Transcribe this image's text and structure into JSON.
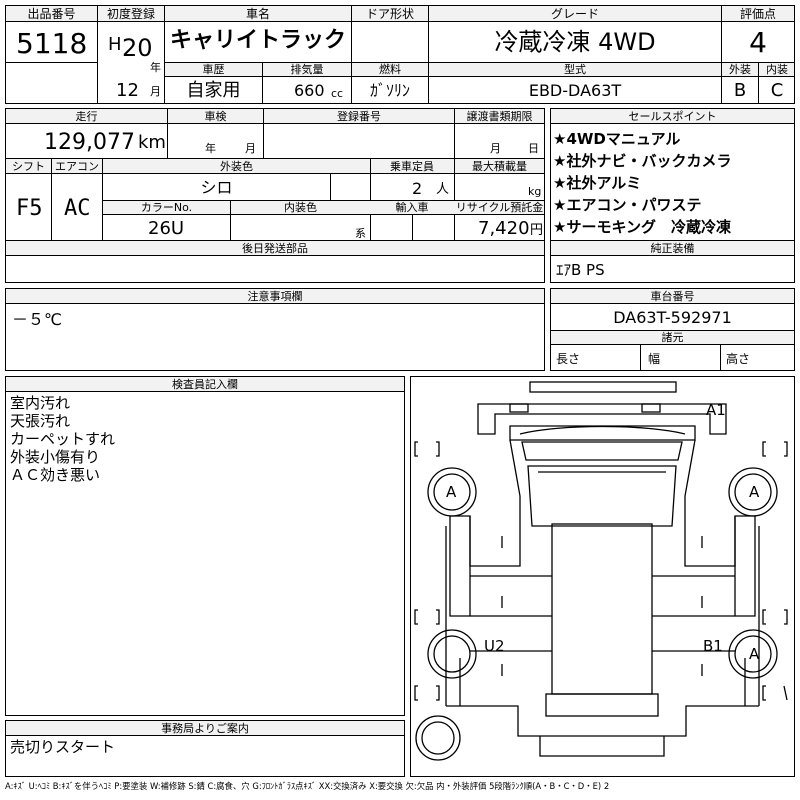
{
  "top": {
    "lot_number_label": "出品番号",
    "lot_number": "5118",
    "first_reg_label": "初度登録",
    "era": "H",
    "year": "20",
    "year_unit": "年",
    "month": "12",
    "month_unit": "月",
    "car_name_label": "車名",
    "car_name": "キャリイトラック",
    "door_label": "ドア形状",
    "door": "",
    "grade_label": "グレード",
    "grade": "冷蔵冷凍 4WD",
    "score_label": "評価点",
    "score": "4",
    "history_label": "車歴",
    "history": "自家用",
    "displacement_label": "排気量",
    "displacement": "660",
    "displacement_unit": "cc",
    "fuel_label": "燃料",
    "fuel": "ｶﾞｿﾘﾝ",
    "model_label": "型式",
    "model": "EBD-DA63T",
    "exterior_label": "外装",
    "exterior": "B",
    "interior_label": "内装",
    "interior": "C"
  },
  "row2": {
    "mileage_label": "走行",
    "mileage": "129,077",
    "mileage_unit": "km",
    "inspection_label": "車検",
    "inspection_year_unit": "年",
    "inspection_month_unit": "月",
    "reg_number_label": "登録番号",
    "reg_number": "",
    "transfer_label": "譲渡書類期限",
    "transfer_month_unit": "月",
    "transfer_day_unit": "日",
    "shift_label": "シフト",
    "shift": "F5",
    "ac_label": "エアコン",
    "ac": "AC",
    "color_label": "外装色",
    "color": "シロ",
    "color_no_label": "カラーNo.",
    "color_no": "26U",
    "interior_color_label": "内装色",
    "interior_color_unit": "系",
    "capacity_label": "乗車定員",
    "capacity": "2",
    "capacity_unit": "人",
    "max_load_label": "最大積載量",
    "max_load_unit": "kg",
    "import_label": "輸入車",
    "recycle_label": "リサイクル預託金",
    "recycle": "7,420",
    "recycle_unit": "円",
    "later_parts_label": "後日発送部品"
  },
  "sales": {
    "label": "セールスポイント",
    "items": [
      "★4WDマニュアル",
      "★社外ナビ・バックカメラ",
      "★社外アルミ",
      "★エアコン・パワステ",
      "★サーモキング　冷蔵冷凍"
    ]
  },
  "equipment": {
    "label": "純正装備",
    "value": "ｴｱB PS"
  },
  "notes": {
    "label": "注意事項欄",
    "value": "－５℃"
  },
  "chassis": {
    "label": "車台番号",
    "value": "DA63T-592971",
    "dims_label": "諸元",
    "length_label": "長さ",
    "width_label": "幅",
    "height_label": "高さ"
  },
  "inspector": {
    "label": "検査員記入欄",
    "lines": [
      "室内汚れ",
      "天張汚れ",
      "カーペットすれ",
      "外装小傷有り",
      "ＡＣ効き悪い"
    ]
  },
  "office": {
    "label": "事務局よりご案内",
    "value": "売切りスタート"
  },
  "diagram": {
    "marks": [
      "A1",
      "A",
      "A",
      "U2",
      "B1",
      "A"
    ]
  },
  "legend": "A:ｷｽﾞ U:ﾍｺﾐ B:ｷｽﾞを伴うﾍｺﾐ P:要塗装 W:補修跡 S:錆 C:腐食、穴 G:ﾌﾛﾝﾄｶﾞﾗｽ点ｷｽﾞ XX:交換済み X:要交換 欠:欠品 内・外装評価 5段階ﾗﾝｸ順(A・B・C・D・E) 2"
}
